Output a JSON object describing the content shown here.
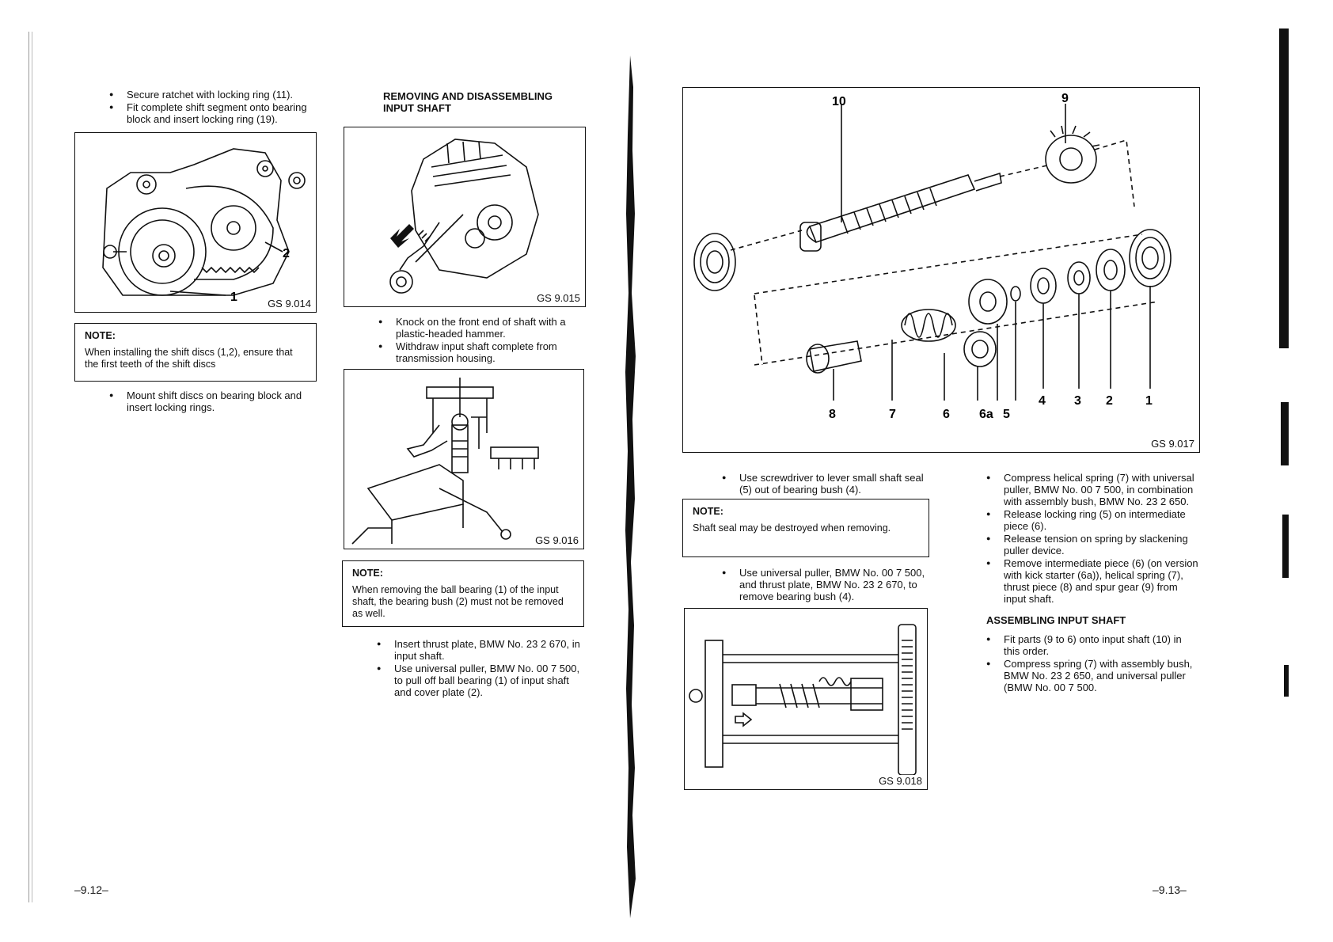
{
  "left_page": {
    "col1": {
      "bullets_top": [
        "Secure ratchet with locking ring (11).",
        "Fit complete shift segment onto bearing block and insert locking ring (19)."
      ],
      "figure1": {
        "caption": "GS 9.014",
        "callouts": [
          "2",
          "1"
        ]
      },
      "note": {
        "title": "NOTE:",
        "text": "When installing the shift discs (1,2), ensure that the first teeth of the shift discs"
      },
      "bullets_bottom": [
        "Mount shift discs on bearing block and insert locking rings."
      ]
    },
    "col2": {
      "heading": "REMOVING AND DISASSEMBLING\nINPUT SHAFT",
      "figure2": {
        "caption": "GS 9.015"
      },
      "bullets_a": [
        "Knock on the front end of shaft with a plastic-headed hammer.",
        "Withdraw input shaft complete from transmission housing."
      ],
      "figure3": {
        "caption": "GS 9.016"
      },
      "note": {
        "title": "NOTE:",
        "text": "When removing the ball bearing (1) of the input shaft, the bearing bush (2) must not be removed as well."
      },
      "bullets_b": [
        "Insert thrust plate, BMW No. 23 2 670, in input shaft.",
        "Use universal puller, BMW No. 00 7 500, to pull off ball bearing (1) of input shaft and cover plate (2)."
      ]
    },
    "page_number": "–9.12–"
  },
  "right_page": {
    "figure4": {
      "caption": "GS 9.017",
      "callouts": [
        "10",
        "9",
        "8",
        "7",
        "6",
        "6a",
        "5",
        "4",
        "3",
        "2",
        "1"
      ]
    },
    "col1": {
      "bullets_a": [
        "Use screwdriver to lever small shaft seal (5) out of bearing bush (4)."
      ],
      "note": {
        "title": "NOTE:",
        "text": "Shaft seal may be destroyed when removing."
      },
      "bullets_b": [
        "Use universal puller, BMW No. 00 7 500, and thrust plate, BMW No. 23 2 670, to remove bearing bush (4)."
      ],
      "figure5": {
        "caption": "GS 9.018"
      }
    },
    "col2": {
      "bullets_a": [
        "Compress helical spring (7) with universal puller, BMW No. 00 7 500, in combination with assembly bush, BMW No. 23 2 650.",
        "Release locking ring (5) on intermediate piece (6).",
        "Release tension on spring by slackening puller device.",
        "Remove intermediate piece (6) (on version with kick starter (6a)), helical spring (7), thrust piece (8) and spur gear (9) from input shaft."
      ],
      "heading": "ASSEMBLING INPUT SHAFT",
      "bullets_b": [
        "Fit parts (9 to 6) onto input shaft (10) in this order.",
        "Compress spring (7) with assembly bush, BMW No. 23 2 650, and universal puller (BMW No. 00 7 500."
      ]
    },
    "page_number": "–9.13–"
  },
  "colors": {
    "ink": "#111111",
    "paper": "#ffffff"
  }
}
